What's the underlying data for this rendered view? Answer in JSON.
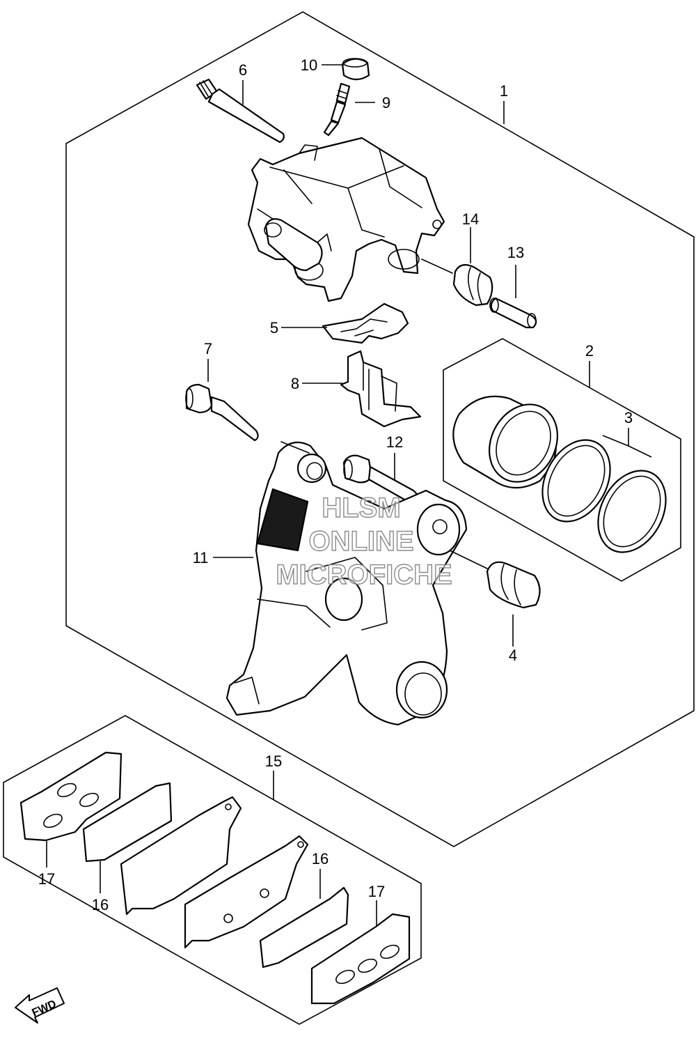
{
  "callouts": {
    "c1": "1",
    "c2": "2",
    "c3": "3",
    "c4": "4",
    "c5": "5",
    "c6": "6",
    "c7": "7",
    "c8": "8",
    "c9": "9",
    "c10": "10",
    "c11": "11",
    "c12": "12",
    "c13": "13",
    "c14": "14",
    "c15": "15",
    "c16a": "16",
    "c16b": "16",
    "c17a": "17",
    "c17b": "17"
  },
  "watermark": {
    "line1": "HLSM",
    "line2": "ONLINE",
    "line3": "MICROFICHE"
  },
  "direction_badge": "FWD"
}
